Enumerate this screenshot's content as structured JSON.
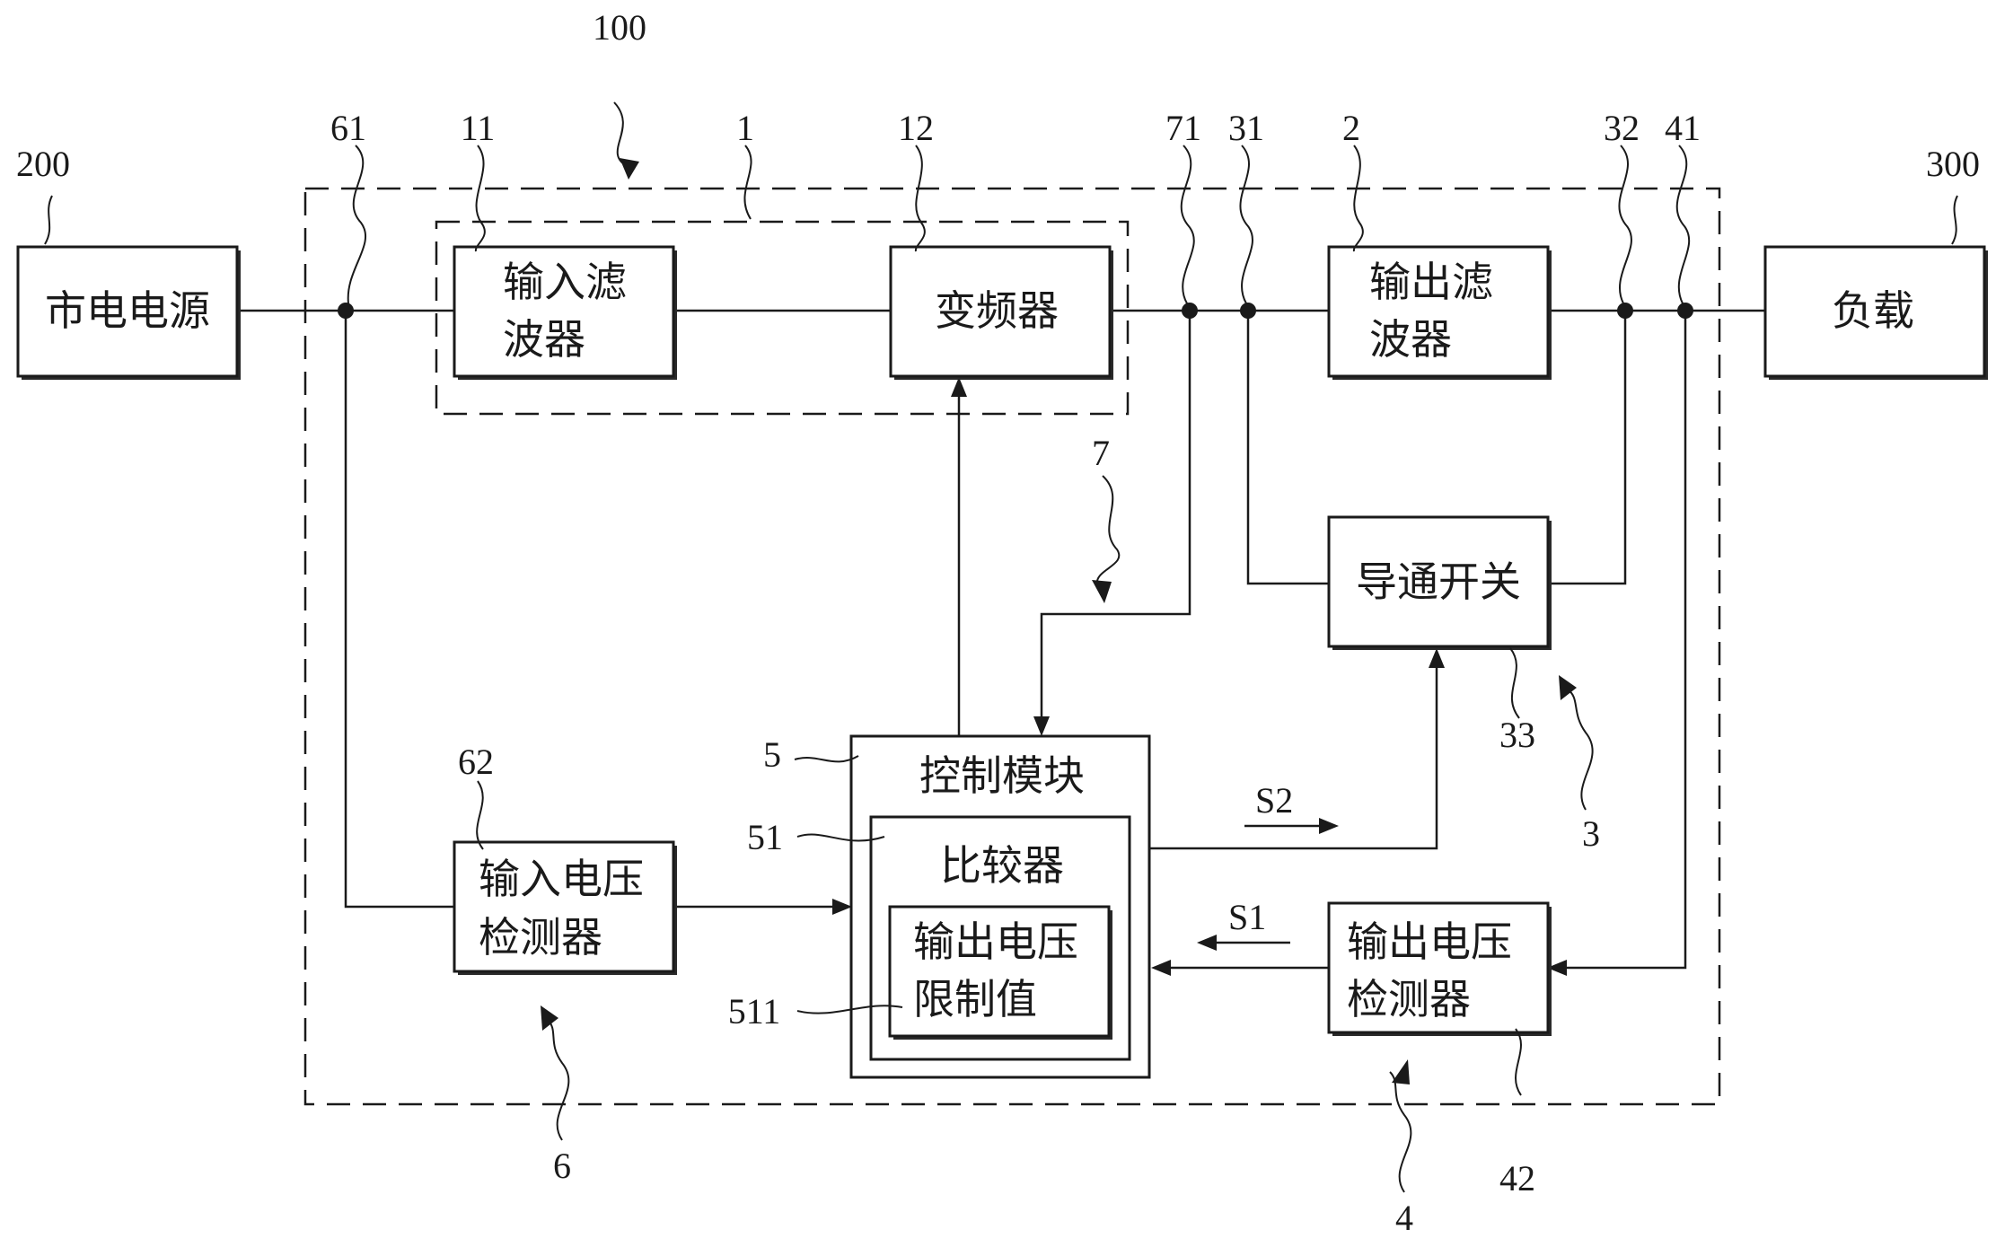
{
  "blocks": {
    "mains_power": "市电电源",
    "input_filter_line1": "输入滤",
    "input_filter_line2": "波器",
    "inverter": "变频器",
    "output_filter_line1": "输出滤",
    "output_filter_line2": "波器",
    "load": "负载",
    "conduction_switch": "导通开关",
    "control_module": "控制模块",
    "comparator": "比较器",
    "output_limit_line1": "输出电压",
    "output_limit_line2": "限制值",
    "input_detector_line1": "输入电压",
    "input_detector_line2": "检测器",
    "output_detector_line1": "输出电压",
    "output_detector_line2": "检测器"
  },
  "signals": {
    "s1": "S1",
    "s2": "S2"
  },
  "refs": {
    "r100": "100",
    "r200": "200",
    "r300": "300",
    "r61": "61",
    "r11": "11",
    "r1": "1",
    "r12": "12",
    "r71": "71",
    "r31": "31",
    "r2": "2",
    "r32": "32",
    "r41": "41",
    "r7": "7",
    "r33": "33",
    "r3": "3",
    "r5": "5",
    "r51": "51",
    "r511": "511",
    "r62": "62",
    "r6": "6",
    "r4": "4",
    "r42": "42"
  }
}
